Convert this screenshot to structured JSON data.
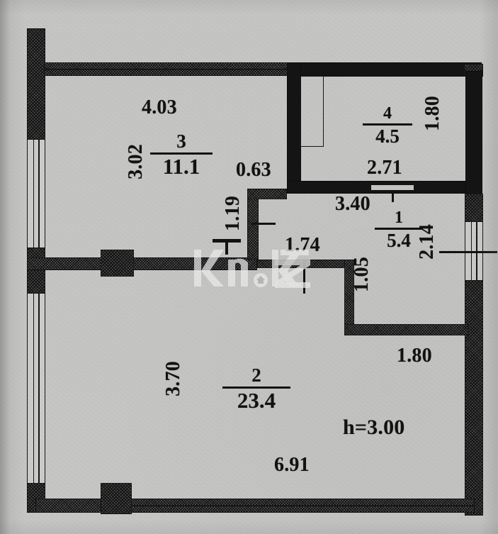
{
  "document": {
    "type": "apartment-floor-plan",
    "ceiling_height_label": "h=3.00",
    "watermark": "kn.kz"
  },
  "rooms": [
    {
      "number": "1",
      "area": "5.4"
    },
    {
      "number": "2",
      "area": "23.4"
    },
    {
      "number": "3",
      "area": "11.1"
    },
    {
      "number": "4",
      "area": "4.5"
    }
  ],
  "dimensions": {
    "top_room3_width": "4.03",
    "room3_height": "3.02",
    "hall_width_063": "0.63",
    "hall_height_119": "1.19",
    "room4_width": "2.71",
    "room4_height": "1.80",
    "corridor_top_340": "3.40",
    "corridor_174": "1.74",
    "room1_right_214": "2.14",
    "room1_left_105": "1.05",
    "room1_bottom_180": "1.80",
    "room2_height": "3.70",
    "bottom_total_691": "6.91"
  },
  "colors": {
    "paper": "#c9c9c7",
    "ink": "#121212",
    "wall_hatch": "#4c4c4c",
    "wall_solid": "#141414"
  }
}
